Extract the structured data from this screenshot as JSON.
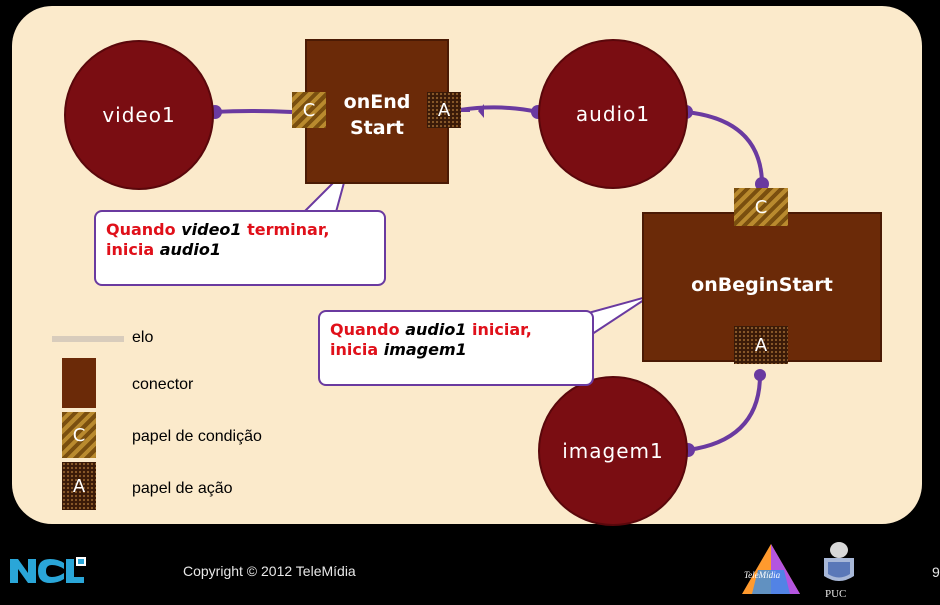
{
  "nodes": {
    "video1": "video1",
    "audio1": "audio1",
    "imagem1": "imagem1"
  },
  "connectors": {
    "onEndStart": {
      "line1": "onEnd",
      "line2": "Start"
    },
    "onBeginStart": {
      "label_pre": "onBeg",
      "label_mid": "i",
      "label_post": "nStart"
    }
  },
  "roles": {
    "condition": "C",
    "action": "A"
  },
  "callouts": {
    "first": {
      "p1": "Quando ",
      "e1": "video1",
      "p2": " terminar,",
      "p3": "inicia ",
      "e2": "audio1"
    },
    "second": {
      "p1": "Quando ",
      "e1": "audio1",
      "p2": " iniciar,",
      "p3": "inicia ",
      "e2": "imagem1"
    }
  },
  "legend": {
    "elo": "elo",
    "conector": "conector",
    "papel_condicao": "papel de condição",
    "papel_acao": "papel de ação"
  },
  "footer": {
    "copyright": "Copyright © 2012 TeleMídia",
    "logo_ncl": "NCL",
    "logo_telemidia": "TeleMídia",
    "logo_puc": "PUC",
    "page_number": "9"
  },
  "colors": {
    "panel": "#fbeacb",
    "node": "#7a0d12",
    "connector": "#6b2a08",
    "link": "#6a3aa0",
    "callout_text": "#e0101a"
  }
}
